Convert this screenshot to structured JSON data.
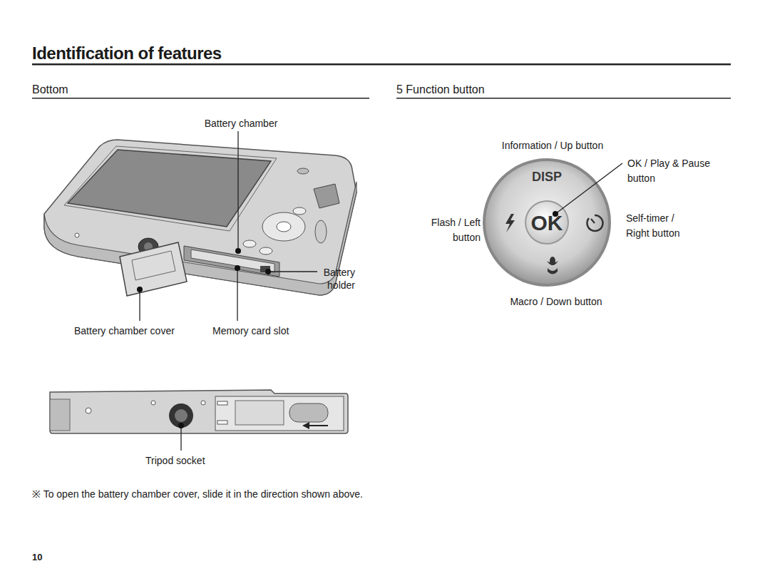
{
  "diagram": {
    "title": "Identification of features",
    "labels": [
      "Bottom",
      "5 Function button",
      "Battery chamber",
      "Battery holder",
      "Battery chamber cover",
      "Memory card slot",
      "Tripod socket",
      "※ To open the battery chamber cover, slide it in the direction shown above.",
      "10",
      "Information / Up button",
      "OK / Play & Pause button",
      "Flash / Left button",
      "Self-timer / Right button",
      "Macro / Down button",
      "DISP",
      "OK"
    ]
  }
}
